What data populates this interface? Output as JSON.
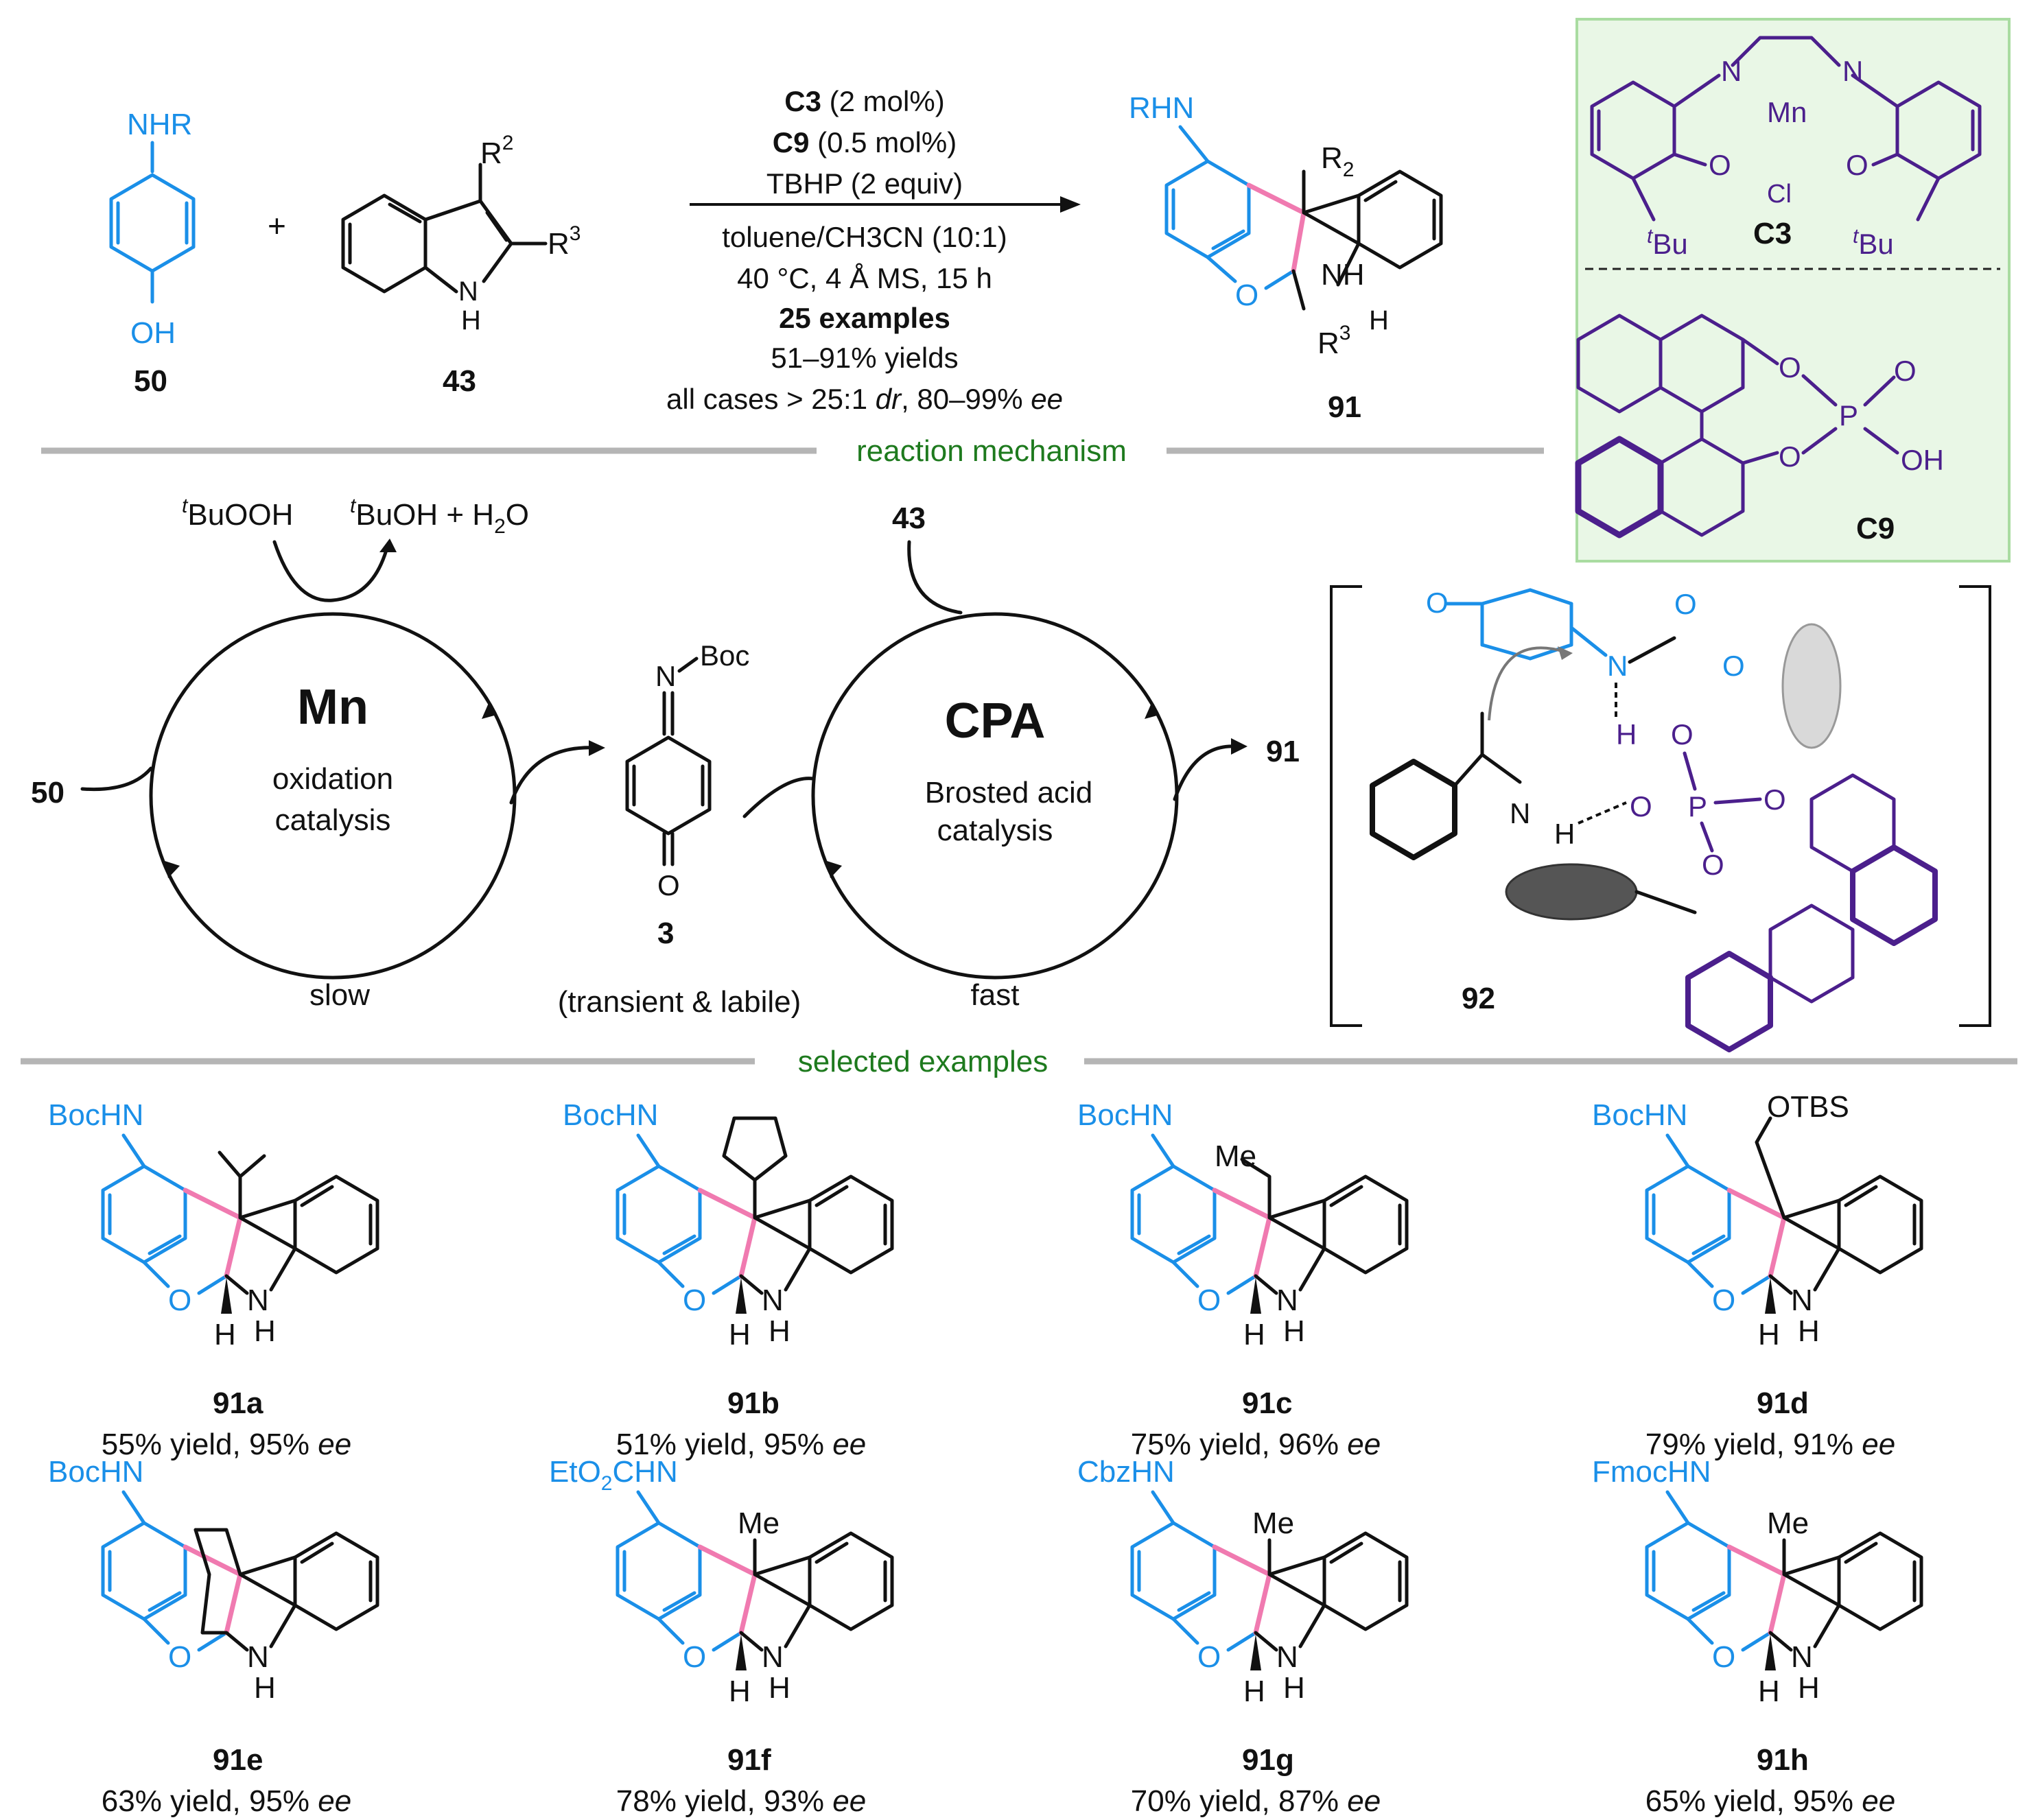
{
  "reaction": {
    "reactant1_sub": "NHR",
    "reactant1_oh": "OH",
    "reactant1_label": "50",
    "plus": "+",
    "reactant2_r2": "R",
    "reactant2_r2_sup": "2",
    "reactant2_r3": "R",
    "reactant2_r3_sup": "3",
    "reactant2_nh_n": "N",
    "reactant2_nh_h": "H",
    "reactant2_label": "43",
    "conditions": {
      "l1_bold": "C3",
      "l1_rest": " (2 mol%)",
      "l2_bold": "C9",
      "l2_rest": " (0.5 mol%)",
      "l3": "TBHP (2 equiv)",
      "l4": "toluene/CH3CN (10:1)",
      "l5": "40 °C, 4 Å MS, 15 h",
      "l6": "25 examples",
      "l7": "51–91% yields",
      "l8_a": "all cases > 25:1 ",
      "l8_dr": "dr",
      "l8_b": ", 80–99% ",
      "l8_ee": "ee"
    },
    "product_rhn": "RHN",
    "product_r2": "R",
    "product_r2_sub": "2",
    "product_r3": "R",
    "product_r3_sup": "3",
    "product_o": "O",
    "product_nh": "NH",
    "product_h": "H",
    "product_label": "91"
  },
  "catalysts": {
    "c3_n1": "N",
    "c3_n2": "N",
    "c3_mn": "Mn",
    "c3_o1": "O",
    "c3_o2": "O",
    "c3_cl": "Cl",
    "c3_tbu_t": "t",
    "c3_tbu_bu": "Bu",
    "c3_label": "C3",
    "c9_o1": "O",
    "c9_o2": "O",
    "c9_p": "P",
    "c9_o3": "O",
    "c9_oh": "OH",
    "c9_label": "C9",
    "panel_bg": "#e9f7e6",
    "panel_border": "#a9dca1"
  },
  "mechanism": {
    "header": "reaction mechanism",
    "tbuooh_t": "t",
    "tbuooh": "BuOOH",
    "tbuoh_t": "t",
    "tbuoh": "BuOH + H",
    "tbuoh_sub": "2",
    "tbuoh_o": "O",
    "mn_title": "Mn",
    "mn_l1": "oxidation",
    "mn_l2": "catalysis",
    "mn_rate": "slow",
    "start_label": "50",
    "int_boc": "Boc",
    "int_n": "N",
    "int_o": "O",
    "int_label": "3",
    "int_note": "(transient & labile)",
    "cpa_in": "43",
    "cpa_title": "CPA",
    "cpa_l1": "Brosted acid",
    "cpa_l2": "catalysis",
    "cpa_rate": "fast",
    "out_label": "91",
    "ts_label": "92",
    "ts_atoms": {
      "o": "O",
      "n": "N",
      "o2": "O",
      "o3": "O",
      "h": "H",
      "o4": "O",
      "p": "P",
      "o5": "O",
      "o6": "O",
      "o7": "O",
      "n2": "N",
      "h2": "H"
    }
  },
  "examples": {
    "header": "selected examples",
    "items": [
      {
        "id": "91a",
        "n": "BocHN",
        "sub": "",
        "yield": "55% yield, 95% ",
        "ee": "ee",
        "sub_type": "isopropyl"
      },
      {
        "id": "91b",
        "n": "BocHN",
        "sub": "",
        "yield": "51% yield, 95% ",
        "ee": "ee",
        "sub_type": "cyclopentyl"
      },
      {
        "id": "91c",
        "n": "BocHN",
        "sub": "Me",
        "yield": "75% yield, 96% ",
        "ee": "ee",
        "sub_type": "ethyl"
      },
      {
        "id": "91d",
        "n": "BocHN",
        "sub": "OTBS",
        "yield": "79% yield, 91% ",
        "ee": "ee",
        "sub_type": "otbs"
      },
      {
        "id": "91e",
        "n": "BocHN",
        "sub": "",
        "yield": "63% yield, 95% ",
        "ee": "ee",
        "sub_type": "bridged"
      },
      {
        "id": "91f",
        "n": "EtO2CHN",
        "sub": "Me",
        "yield": "78% yield, 93% ",
        "ee": "ee",
        "sub_type": "methyl"
      },
      {
        "id": "91g",
        "n": "CbzHN",
        "sub": "Me",
        "yield": "70% yield, 87% ",
        "ee": "ee",
        "sub_type": "methyl"
      },
      {
        "id": "91h",
        "n": "FmocHN",
        "sub": "Me",
        "yield": "65% yield, 95% ",
        "ee": "ee",
        "sub_type": "methyl"
      }
    ],
    "atoms": {
      "o": "O",
      "nh_n": "N",
      "nh_h": "H",
      "h": "H"
    }
  },
  "colors": {
    "blue": "#1a8fe8",
    "pink": "#f07ab0",
    "purple": "#4b1f8c",
    "green": "#1e7a1e",
    "gray": "#b5b5b5"
  }
}
